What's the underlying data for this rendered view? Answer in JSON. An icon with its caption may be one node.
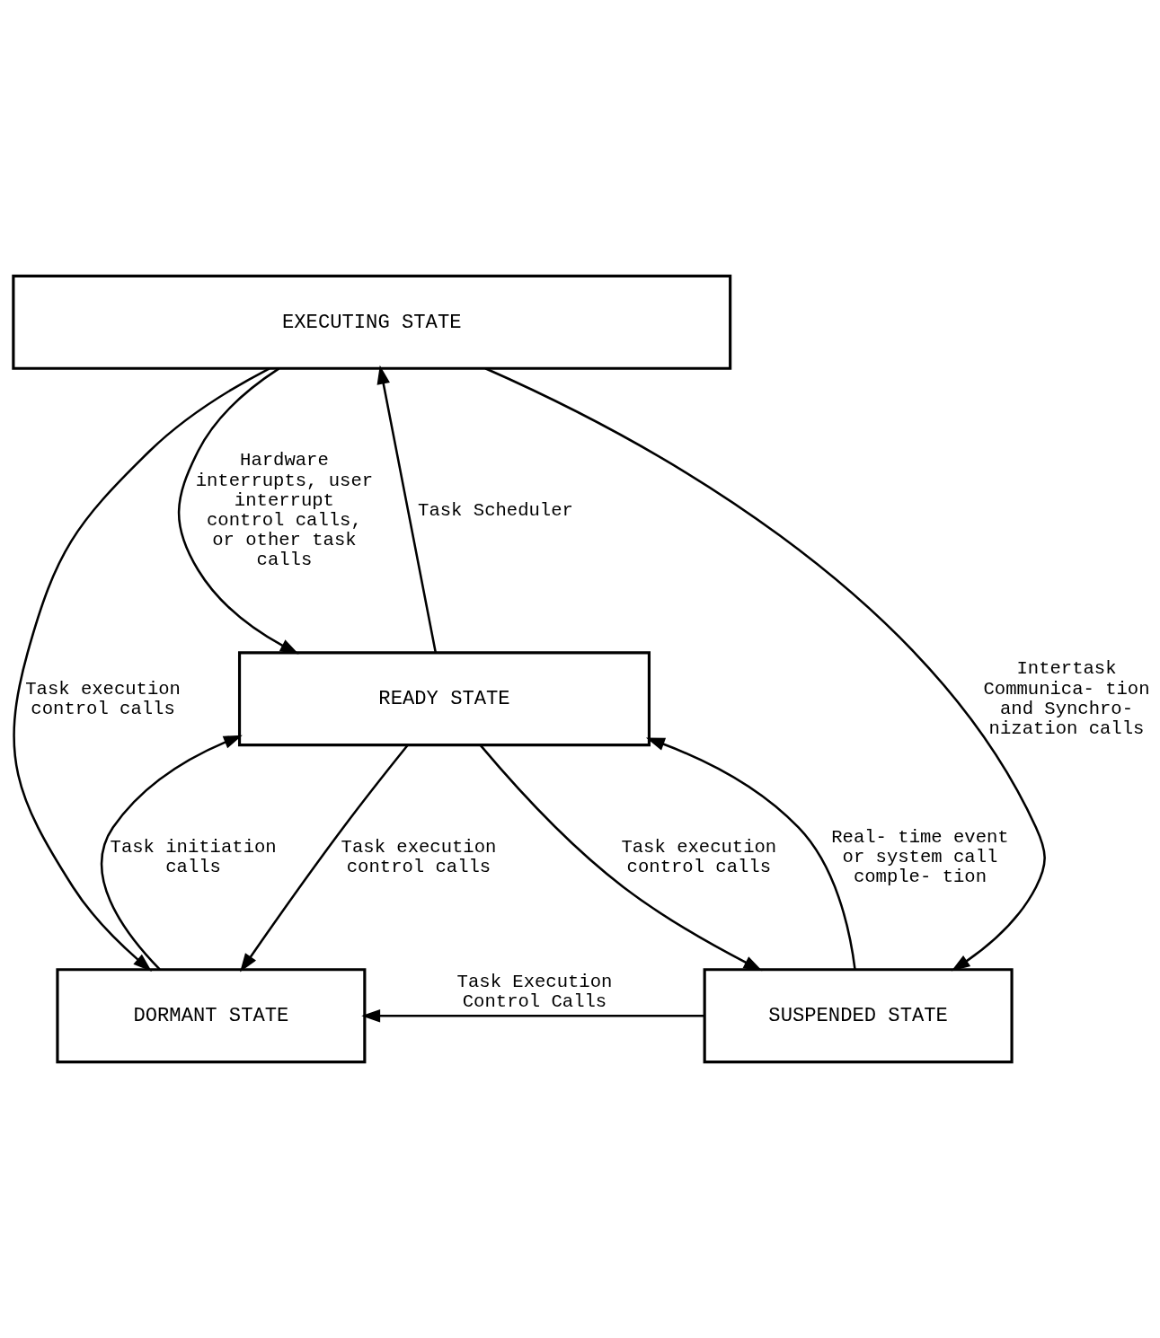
{
  "diagram": {
    "nodes": [
      {
        "text": [
          "EXECUTING STATE"
        ]
      },
      {
        "text": [
          "READY STATE"
        ]
      },
      {
        "text": [
          "DORMANT STATE"
        ]
      },
      {
        "text": [
          "SUSPENDED STATE"
        ]
      }
    ],
    "edges": [
      {
        "from": 0,
        "to": 2,
        "arrow": "to",
        "label": "Task execution control calls"
      },
      {
        "from": 0,
        "to": 1,
        "arrow": "to",
        "label": "Hardware interrupts, user interrupt control calls, or other task calls"
      },
      {
        "from": 1,
        "to": 0,
        "arrow": "to",
        "label": "Task Scheduler"
      },
      {
        "from": 0,
        "to": 3,
        "arrow": "to",
        "label": "Intertask Communica- tion and Synchro- nization calls"
      },
      {
        "from": 1,
        "to": 2,
        "arrow": "to",
        "label": "Task execution control calls"
      },
      {
        "from": 2,
        "to": 1,
        "arrow": "to",
        "label": "Task initiation calls"
      },
      {
        "from": 1,
        "to": 3,
        "arrow": "to",
        "label": "Task execution control calls"
      },
      {
        "from": 3,
        "to": 1,
        "arrow": "to",
        "label": "Real- time event or system call comple- tion"
      },
      {
        "from": 3,
        "to": 2,
        "arrow": "to",
        "label": "Task Execution Control Calls"
      }
    ]
  }
}
